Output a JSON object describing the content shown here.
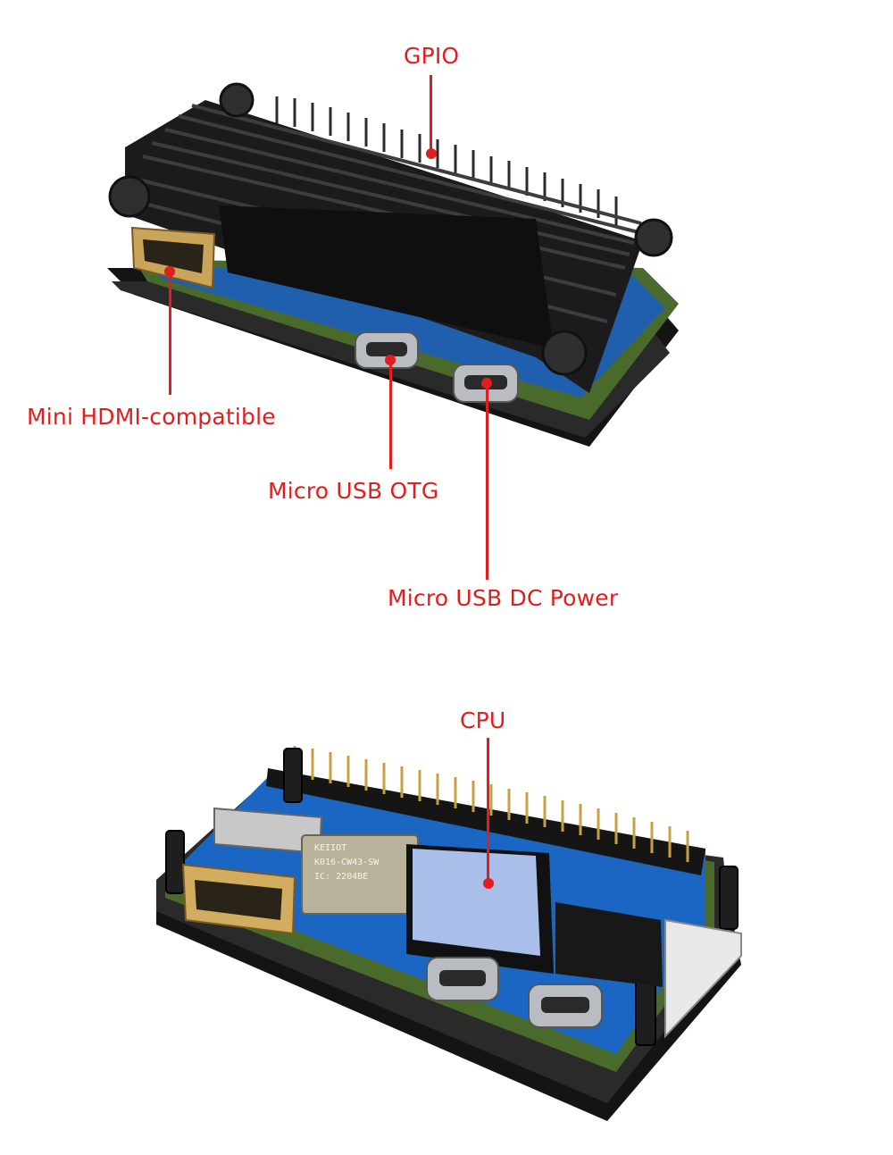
{
  "callouts": {
    "gpio": "GPIO",
    "hdmi": "Mini HDMI-compatible",
    "usb_otg": "Micro USB OTG",
    "usb_power": "Micro USB DC Power",
    "cpu": "CPU"
  },
  "module": {
    "line1": "KEIIOT",
    "line2": "K016-CW43-SW",
    "line3": "IC: 2204BE"
  },
  "colors": {
    "callout": "#e01e1e",
    "heatsink": "#1b1b1d",
    "pcb": "#1a66c2",
    "thermal_pad": "#a9bfe9"
  }
}
